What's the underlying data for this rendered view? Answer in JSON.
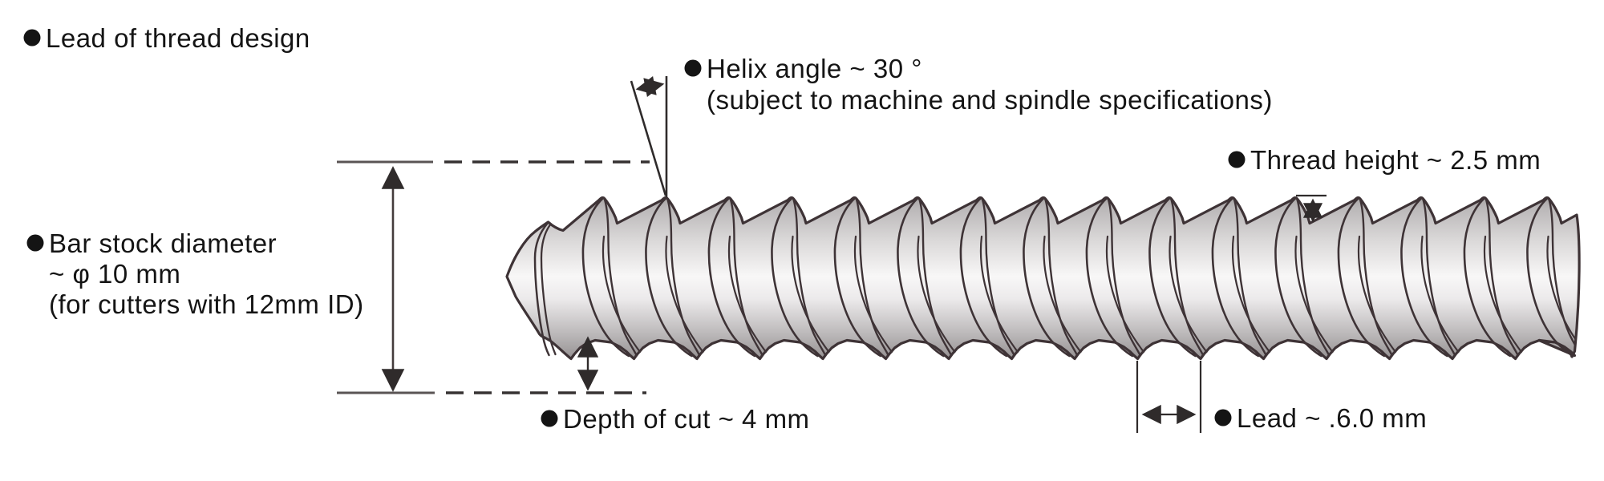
{
  "title": "Lead of thread design",
  "labels": {
    "helix_angle": {
      "line1": "Helix angle ~ 30 °",
      "line2": "(subject to machine and spindle specifications)"
    },
    "thread_height": "Thread height ~ 2.5 mm",
    "bar_stock": {
      "line1": "Bar stock diameter",
      "line2": "~ φ 10 mm",
      "line3": "(for cutters with 12mm ID)"
    },
    "depth_of_cut": "Depth of cut ~ 4 mm",
    "lead": "Lead ~ .6.0 mm"
  },
  "values": {
    "helix_angle_deg": 30,
    "thread_height_mm": 2.5,
    "bar_stock_diameter_mm": 10,
    "cutter_inner_diameter_mm": 12,
    "depth_of_cut_mm": 4,
    "lead_mm": "6.0"
  },
  "colors": {
    "text": "#141414",
    "outline": "#3e3336",
    "annotation_line": "#2f2b2b",
    "reference_solid": "#5a5454",
    "reference_dash": "#363232",
    "body_top": "#9d999a",
    "body_upper": "#c9c6c7",
    "body_highlight": "#f8f7f7",
    "body_lower": "#b3b0b1",
    "body_bottom": "#8e8a8b",
    "background": "#ffffff"
  }
}
